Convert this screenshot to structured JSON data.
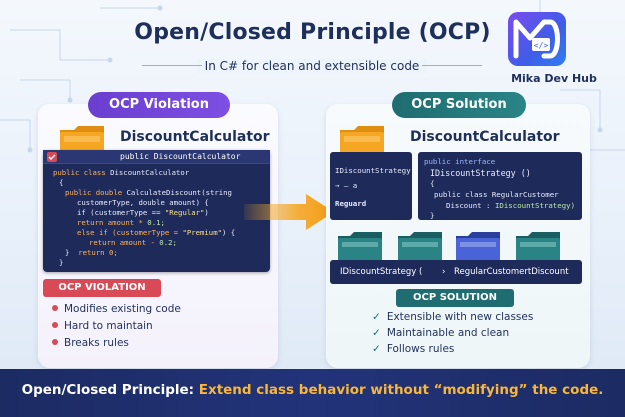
{
  "header": {
    "title": "Open/Closed Principle (OCP)",
    "subtitle": "In C# for clean and extensible code",
    "brand": "Mika Dev Hub"
  },
  "left": {
    "pill": "OCP Violation",
    "class_title": "DiscountCalculator",
    "code_bar": "public DiscountCalculator",
    "code": {
      "l1a": "public class ",
      "l1b": "DiscountCalculator",
      "l2": "{",
      "l3a": "public double ",
      "l3b": "CalculateDiscount(string",
      "l4": "customerType, double amount) {",
      "l5a": "if (customerType == ",
      "l5b": "\"Regular\"",
      "l5c": ")",
      "l6a": "return amount * ",
      "l6b": "0.1;",
      "l7a": "else if (customerType = ",
      "l7b": "\"Premium\"",
      "l7c": ") {",
      "l8a": "return amount - ",
      "l8b": "0.2;",
      "l9a": "}  ",
      "l9b": "return 0;",
      "l10": "}"
    },
    "violation_head": "OCP VIOLATION",
    "items": [
      "Modifies existing code",
      "Hard to maintain",
      "Breaks rules"
    ]
  },
  "right": {
    "pill": "OCP Solution",
    "class_title": "DiscountCalculator",
    "box1": {
      "l1": "IDiscountStrategy",
      "l2": "→ — a",
      "l3": "Reguard"
    },
    "box2": {
      "l1": "public interface",
      "l2": "IDiscountStrategy ()",
      "l3": "{",
      "l4": "public class RegularCustomer",
      "l5a": "Discount : ",
      "l5b": "IDiscountStrategy)",
      "l6": "}"
    },
    "bar": {
      "a": "IDiscountStrategy (",
      "b": "›",
      "c": "RegularCustomertDiscount"
    },
    "solution_head": "OCP SOLUTION",
    "items": [
      "Extensible with new classes",
      "Maintainable and clean",
      "Follows rules"
    ]
  },
  "footer": {
    "a": "Open/Closed Principle: ",
    "b": "Extend class behavior without “modifying” the code."
  },
  "colors": {
    "navy": "#1f2f5c",
    "violation": "#6a3fd0",
    "solution": "#1f6d70",
    "warning": "#d84a55",
    "folder": "#f5a623",
    "highlight": "#f8b63a"
  }
}
